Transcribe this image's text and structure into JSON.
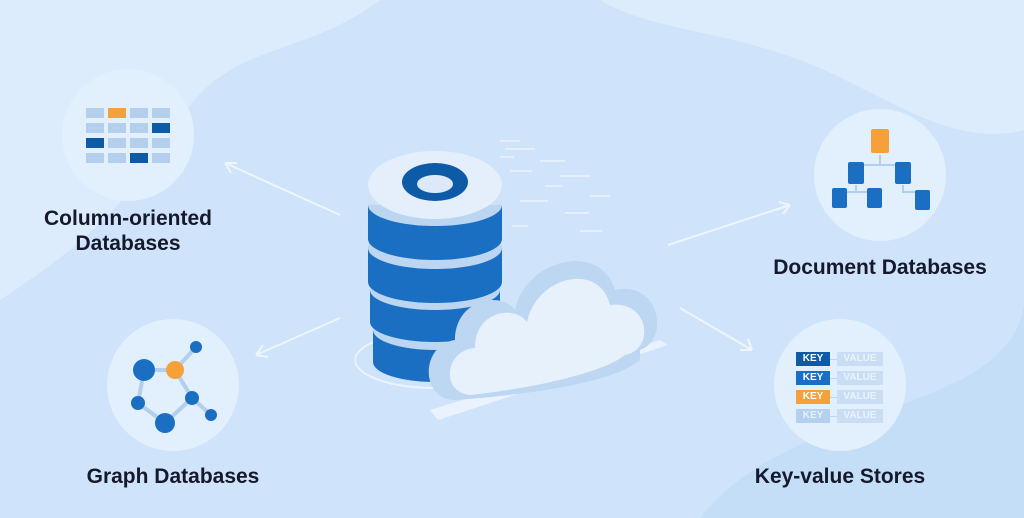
{
  "categories": {
    "column": {
      "line1": "Column-oriented",
      "line2": "Databases"
    },
    "document": {
      "label": "Document Databases"
    },
    "graph": {
      "label": "Graph Databases"
    },
    "keyvalue": {
      "label": "Key-value Stores",
      "rows": [
        {
          "key": "KEY",
          "value": "VALUE",
          "color": "#0d5aa6"
        },
        {
          "key": "KEY",
          "value": "VALUE",
          "color": "#1b6fc2"
        },
        {
          "key": "KEY",
          "value": "VALUE",
          "color": "#f6a03a"
        },
        {
          "key": "KEY",
          "value": "VALUE",
          "color": "#b3d1ef"
        }
      ]
    }
  },
  "colors": {
    "dark_blue": "#0d5aa6",
    "mid_blue": "#1b6fc2",
    "orange": "#f6a03a",
    "light_blue": "#b3d1ef",
    "background": "#cfe4fa"
  }
}
